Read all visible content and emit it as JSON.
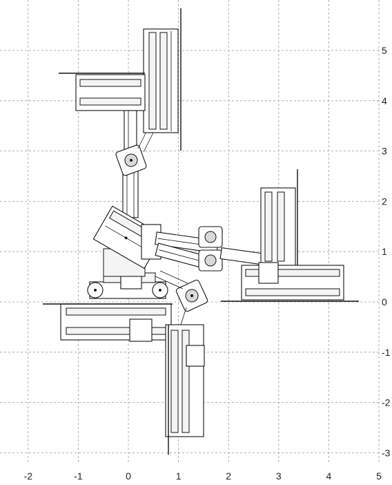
{
  "figure": {
    "description_colors": {
      "grid": "#9a9a9a",
      "ink": "#111111",
      "background": "#ffffff"
    },
    "x_ticks": [
      "-2",
      "-1",
      "0",
      "1",
      "2",
      "3",
      "4",
      "5"
    ],
    "y_ticks": [
      "5",
      "4",
      "3",
      "2",
      "1",
      "0",
      "-1",
      "-2",
      "-3"
    ],
    "x_range": [
      -2,
      5
    ],
    "y_range": [
      -3,
      5
    ],
    "grid": true
  }
}
